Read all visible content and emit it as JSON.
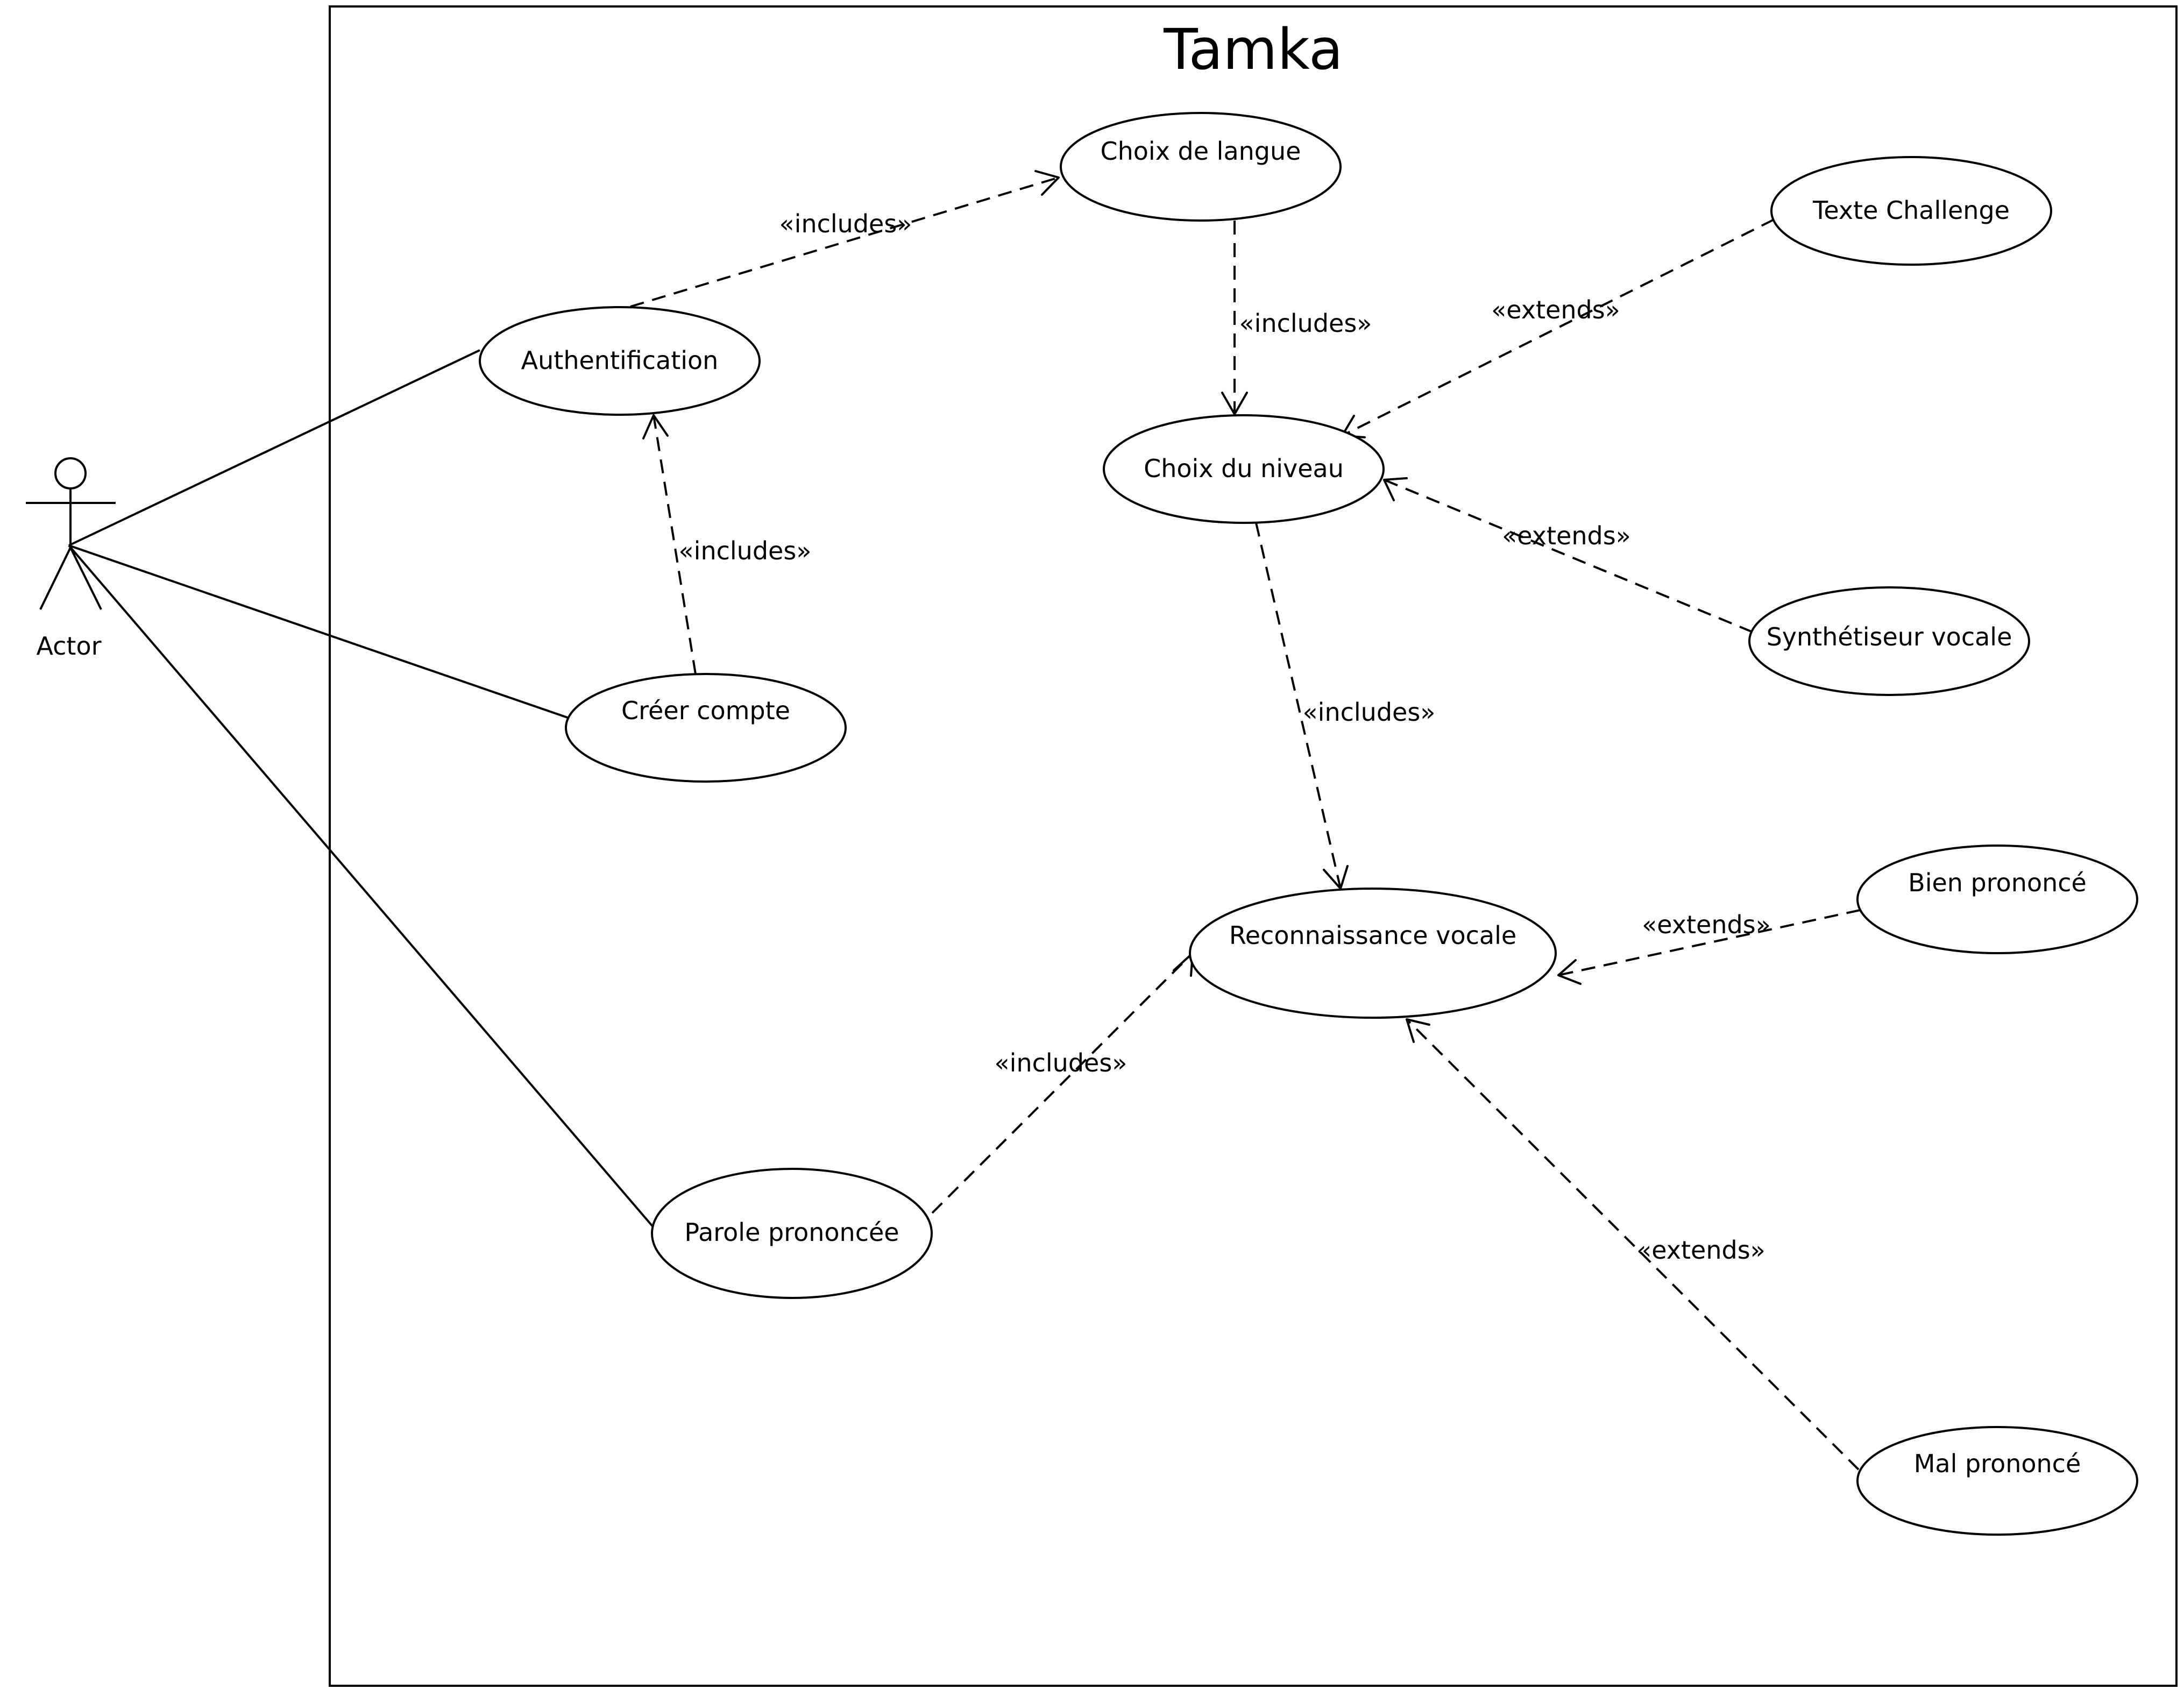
{
  "system": {
    "title": "Tamka"
  },
  "actor": {
    "label": "Actor"
  },
  "use_cases": {
    "choix_langue": "Choix de langue",
    "texte_challenge": "Texte Challenge",
    "authentification": "Authentification",
    "choix_niveau": "Choix du niveau",
    "creer_compte": "Créer compte",
    "synthetiseur": "Synthétiseur vocale",
    "bien_prononce": "Bien prononcé",
    "reconnaissance": "Reconnaissance vocale",
    "parole": "Parole prononcée",
    "mal_prononce": "Mal prononcé"
  },
  "relations": {
    "auth_to_langue": "«includes»",
    "langue_to_niveau": "«includes»",
    "texte_to_niveau": "«extends»",
    "creer_to_auth": "«includes»",
    "synth_to_niveau": "«extends»",
    "niveau_to_recon": "«includes»",
    "bien_to_recon": "«extends»",
    "parole_to_recon": "«includes»",
    "mal_to_recon": "«extends»"
  }
}
